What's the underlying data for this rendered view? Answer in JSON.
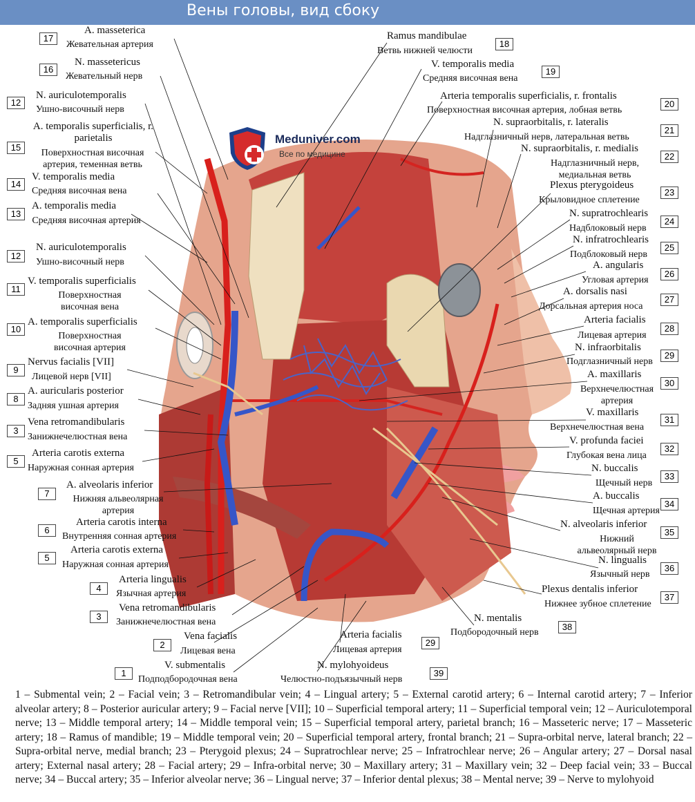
{
  "header": {
    "title": "Вены головы, вид сбоку"
  },
  "logo": {
    "name": "Meduniver.com",
    "tagline": "Все по медицине"
  },
  "labels_left": [
    {
      "num": "17",
      "lat": "A. masseterica",
      "ru": "Жевательная артерия"
    },
    {
      "num": "16",
      "lat": "N. massetericus",
      "ru": "Жевательный нерв"
    },
    {
      "num": "12",
      "lat": "N. auriculotemporalis",
      "ru": "Ушно-височный нерв"
    },
    {
      "num": "15",
      "lat": "A. temporalis superficialis, r. parietalis",
      "ru": "Поверхностная височная артерия, теменная ветвь"
    },
    {
      "num": "14",
      "lat": "V. temporalis media",
      "ru": "Средняя височная вена"
    },
    {
      "num": "13",
      "lat": "A. temporalis media",
      "ru": "Средняя височная артерия"
    },
    {
      "num": "12",
      "lat": "N. auriculotemporalis",
      "ru": "Ушно-височный нерв"
    },
    {
      "num": "11",
      "lat": "V. temporalis superficialis",
      "ru": "Поверхностная височная вена"
    },
    {
      "num": "10",
      "lat": "A. temporalis superficialis",
      "ru": "Поверхностная височная артерия"
    },
    {
      "num": "9",
      "lat": "Nervus facialis [VII]",
      "ru": "Лицевой нерв [VII]"
    },
    {
      "num": "8",
      "lat": "A. auricularis posterior",
      "ru": "Задняя ушная артерия"
    },
    {
      "num": "3",
      "lat": "Vena retromandibularis",
      "ru": "Занижнечелюстная вена"
    },
    {
      "num": "5",
      "lat": "Arteria carotis externa",
      "ru": "Наружная сонная артерия"
    },
    {
      "num": "7",
      "lat": "A. alveolaris inferior",
      "ru": "Нижняя альвеолярная артерия"
    },
    {
      "num": "6",
      "lat": "Arteria carotis interna",
      "ru": "Внутренняя сонная артерия"
    },
    {
      "num": "5",
      "lat": "Arteria carotis externa",
      "ru": "Наружная сонная артерия"
    },
    {
      "num": "4",
      "lat": "Arteria lingualis",
      "ru": "Язычная артерия"
    },
    {
      "num": "3",
      "lat": "Vena retromandibularis",
      "ru": "Занижнечелюстная вена"
    },
    {
      "num": "2",
      "lat": "Vena facialis",
      "ru": "Лицевая вена"
    },
    {
      "num": "1",
      "lat": "V. submentalis",
      "ru": "Подподбородочная вена"
    }
  ],
  "labels_right": [
    {
      "num": "18",
      "lat": "Ramus mandibulae",
      "ru": "Ветвь нижней челюсти"
    },
    {
      "num": "19",
      "lat": "V. temporalis media",
      "ru": "Средняя височная вена"
    },
    {
      "num": "20",
      "lat": "Arteria temporalis superficialis, r. frontalis",
      "ru": "Поверхностная височная артерия, лобная ветвь"
    },
    {
      "num": "21",
      "lat": "N. supraorbitalis, r. lateralis",
      "ru": "Надглазничный нерв, латеральная ветвь"
    },
    {
      "num": "22",
      "lat": "N. supraorbitalis, r. medialis",
      "ru": "Надглазничный нерв, медиальная ветвь"
    },
    {
      "num": "23",
      "lat": "Plexus pterygoideus",
      "ru": "Крыловидное сплетение"
    },
    {
      "num": "24",
      "lat": "N. supratrochlearis",
      "ru": "Надблоковый нерв"
    },
    {
      "num": "25",
      "lat": "N. infratrochlearis",
      "ru": "Подблоковый нерв"
    },
    {
      "num": "26",
      "lat": "A. angularis",
      "ru": "Угловая артерия"
    },
    {
      "num": "27",
      "lat": "A. dorsalis nasi",
      "ru": "Дорсальная артерия носа"
    },
    {
      "num": "28",
      "lat": "Arteria facialis",
      "ru": "Лицевая артерия"
    },
    {
      "num": "29",
      "lat": "N. infraorbitalis",
      "ru": "Подглазничный нерв"
    },
    {
      "num": "30",
      "lat": "A. maxillaris",
      "ru": "Верхнечелюстная артерия"
    },
    {
      "num": "31",
      "lat": "V. maxillaris",
      "ru": "Верхнечелюстная вена"
    },
    {
      "num": "32",
      "lat": "V. profunda faciei",
      "ru": "Глубокая вена лица"
    },
    {
      "num": "33",
      "lat": "N. buccalis",
      "ru": "Щечный нерв"
    },
    {
      "num": "34",
      "lat": "A. buccalis",
      "ru": "Щечная артерия"
    },
    {
      "num": "35",
      "lat": "N. alveolaris inferior",
      "ru": "Нижний альвеолярный нерв"
    },
    {
      "num": "36",
      "lat": "N. lingualis",
      "ru": "Язычный нерв"
    },
    {
      "num": "37",
      "lat": "Plexus dentalis inferior",
      "ru": "Нижнее зубное сплетение"
    },
    {
      "num": "38",
      "lat": "N. mentalis",
      "ru": "Подбородочный нерв"
    },
    {
      "num": "29",
      "lat": "Arteria facialis",
      "ru": "Лицевая артерия"
    },
    {
      "num": "39",
      "lat": "N. mylohyoideus",
      "ru": "Челюстно-подъязычный нерв"
    }
  ],
  "caption": "1 – Submental vein; 2 – Facial vein; 3 – Retromandibular vein; 4 – Lingual artery; 5 – External carotid artery; 6 – Internal carotid artery; 7 – Inferior alveolar artery; 8 – Posterior auricular artery; 9 – Facial nerve [VII]; 10 – Superficial temporal artery; 11 – Superficial temporal vein; 12 – Auriculotemporal nerve; 13 – Middle temporal artery; 14 – Middle temporal vein; 15 – Superficial temporal artery, parietal branch; 16 – Masseteric nerve; 17 – Masseteric artery; 18 – Ramus of mandible; 19 – Middle temporal vein; 20 – Superficial temporal artery, frontal branch; 21 – Supra-orbital nerve, lateral branch; 22 – Supra-orbital nerve, medial branch; 23 – Pterygoid plexus; 24 – Supratrochlear nerve; 25 – Infratrochlear nerve; 26 – Angular artery; 27 – Dorsal nasal artery; External nasal artery; 28 – Facial artery; 29 – Infra-orbital nerve; 30 – Maxillary artery; 31 – Maxillary vein; 32 – Deep facial vein; 33 – Buccal nerve; 34 – Buccal artery; 35 – Inferior alveolar nerve; 36 – Lingual nerve; 37 – Inferior dental plexus; 38 – Mental nerve; 39 – Nerve to mylohyoid"
}
